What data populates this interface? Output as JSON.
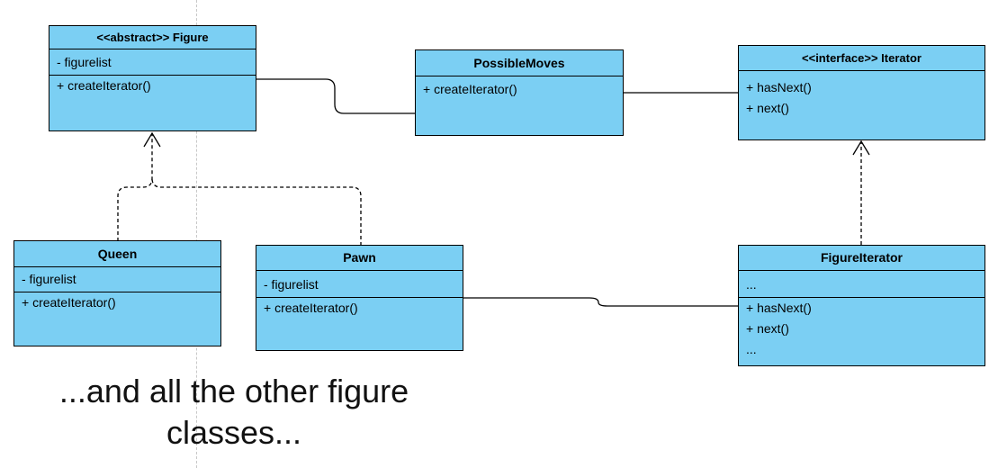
{
  "classes": {
    "figure": {
      "name": "<<abstract>> Figure",
      "attributes": [
        "- figurelist"
      ],
      "methods": [
        "+ createIterator()"
      ]
    },
    "possible_moves": {
      "name": "PossibleMoves",
      "methods": [
        "+ createIterator()"
      ]
    },
    "iterator": {
      "name": "<<interface>> Iterator",
      "methods": [
        "+ hasNext()",
        "+ next()"
      ]
    },
    "queen": {
      "name": "Queen",
      "attributes": [
        "- figurelist"
      ],
      "methods": [
        "+ createIterator()"
      ]
    },
    "pawn": {
      "name": "Pawn",
      "attributes": [
        "- figurelist"
      ],
      "methods": [
        "+ createIterator()"
      ]
    },
    "figure_iterator": {
      "name": "FigureIterator",
      "attributes": [
        "..."
      ],
      "methods": [
        "+ hasNext()",
        "+ next()",
        "..."
      ]
    }
  },
  "caption": {
    "line1": "...and all the other figure",
    "line2": "classes..."
  },
  "colors": {
    "class_fill": "#7bcff3",
    "stroke": "#000000"
  }
}
